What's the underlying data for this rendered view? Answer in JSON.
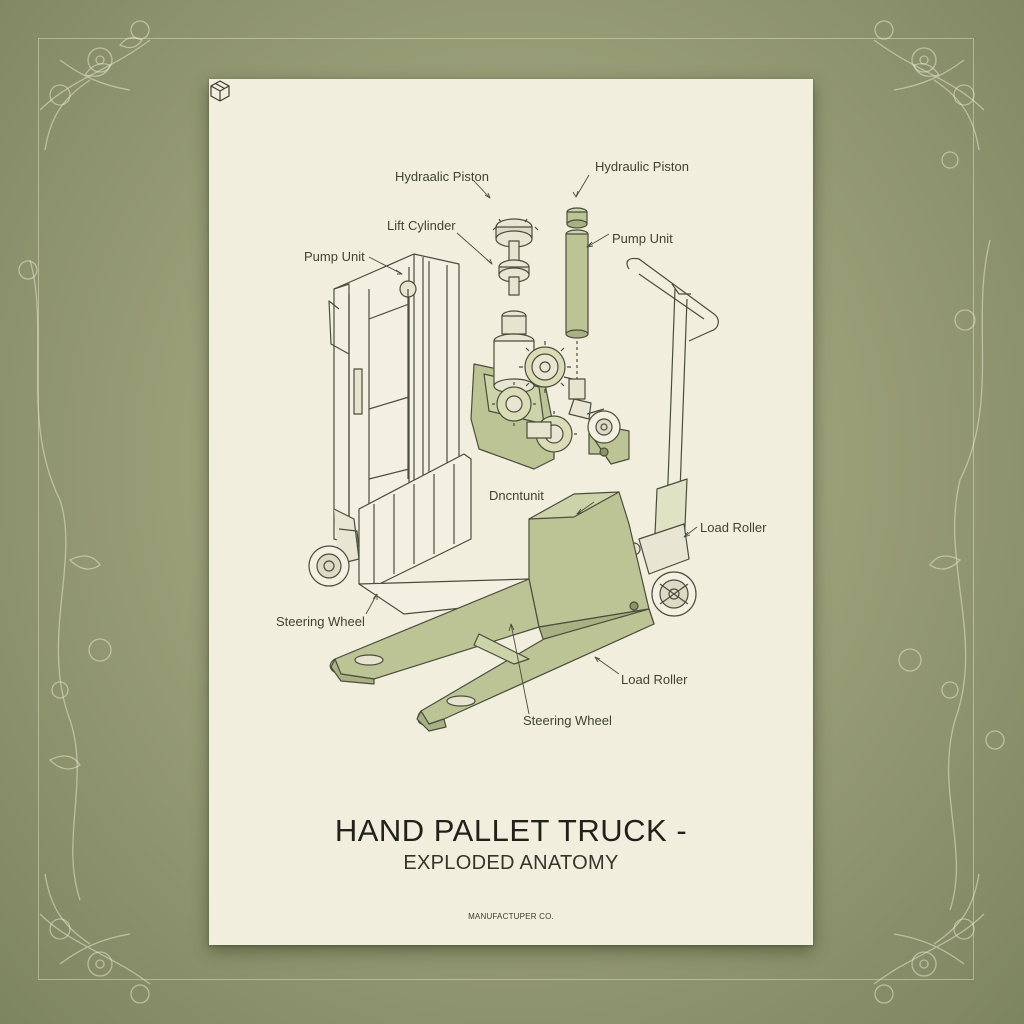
{
  "poster": {
    "title": "HAND PALLET TRUCK -",
    "subtitle": "EXPLODED ANATOMY",
    "manufacturer": "MANUFACTUPER CO."
  },
  "callouts": {
    "hydraulic_piston_left": "Hydraalic Piston",
    "hydraulic_piston_right": "Hydraulic Piston",
    "lift_cylinder": "Lift Cylinder",
    "pump_unit_left": "Pump Unit",
    "pump_unit_right": "Pump Unit",
    "drive_unit": "Dncntunit",
    "load_roller_right": "Load Roller",
    "steering_wheel_left": "Steering Wheel",
    "load_roller_bottom": "Load Roller",
    "steering_wheel_bottom": "Steering Wheel"
  },
  "colors": {
    "background": "#9a9f78",
    "paper": "#f1eedd",
    "part_fill": "#bcc495",
    "line": "#4a4d3e",
    "floral": "#e8e6cc"
  }
}
